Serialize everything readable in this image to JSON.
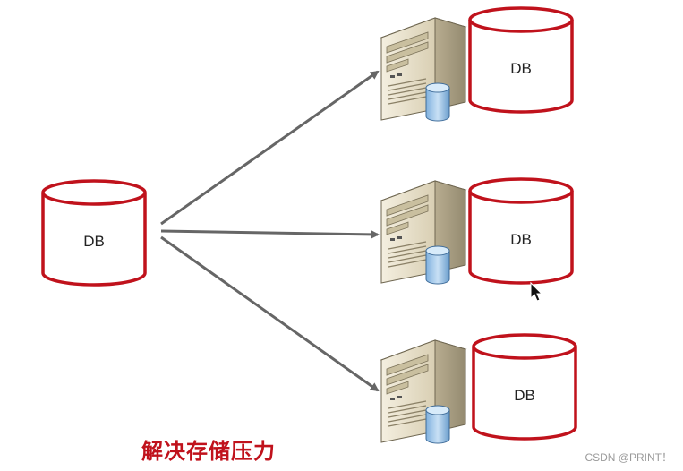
{
  "source_db": {
    "label": "DB"
  },
  "replicas": [
    {
      "db_label": "DB"
    },
    {
      "db_label": "DB"
    },
    {
      "db_label": "DB"
    }
  ],
  "caption": "解决存储压力",
  "watermark": "CSDN @PRINT！",
  "colors": {
    "db_outline": "#c0121c",
    "arrow": "#666666",
    "caption": "#c0121c",
    "server_body": "#e8e1cc",
    "server_disk": "#9cc3e6"
  },
  "icons": {
    "server": "server-with-database-icon",
    "cursor": "mouse-pointer-icon"
  }
}
